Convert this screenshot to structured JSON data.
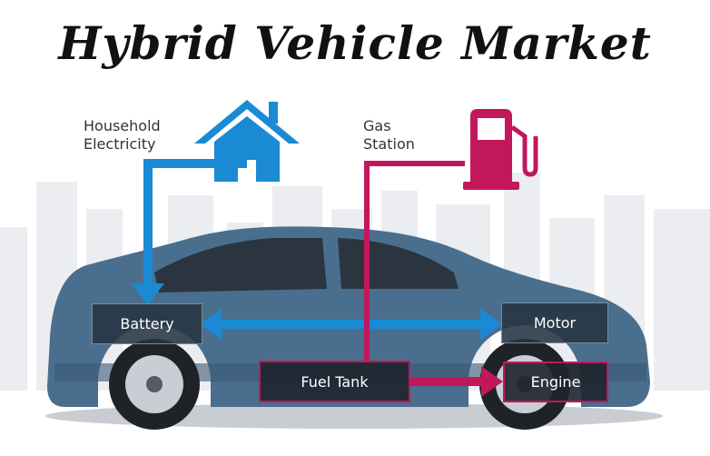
{
  "title": "Hybrid Vehicle Market",
  "sources": {
    "household": "Household\nElectricity",
    "gas": "Gas\nStation"
  },
  "nodes": {
    "battery": "Battery",
    "motor": "Motor",
    "fuel_tank": "Fuel Tank",
    "engine": "Engine"
  },
  "colors": {
    "electric_blue": "#1a8ad4",
    "fuel_magenta": "#c2175b",
    "car_body": "#4a6f8e",
    "node_dark": "#263442"
  }
}
